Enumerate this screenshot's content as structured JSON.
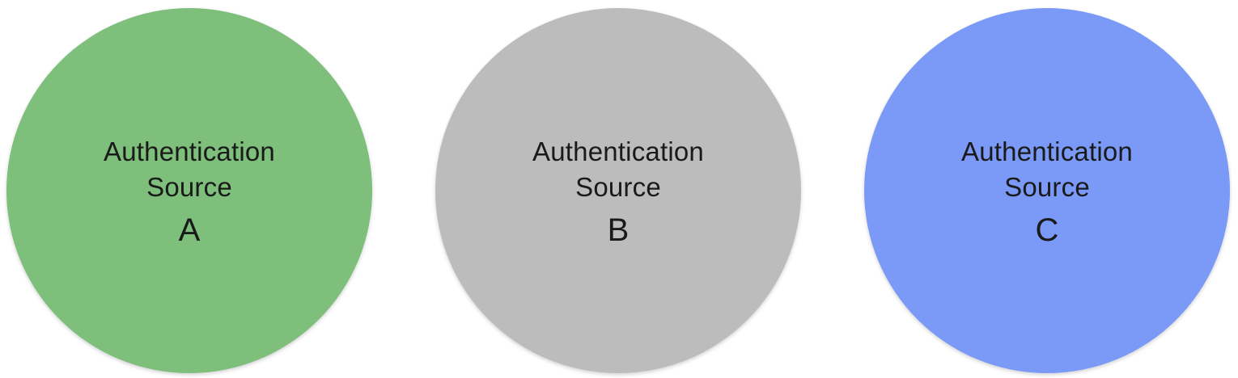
{
  "sources": [
    {
      "line1": "Authentication",
      "line2": "Source",
      "letter": "A",
      "color": "#7dbf7b"
    },
    {
      "line1": "Authentication",
      "line2": "Source",
      "letter": "B",
      "color": "#bcbcbc"
    },
    {
      "line1": "Authentication",
      "line2": "Source",
      "letter": "C",
      "color": "#7b99f6"
    }
  ]
}
